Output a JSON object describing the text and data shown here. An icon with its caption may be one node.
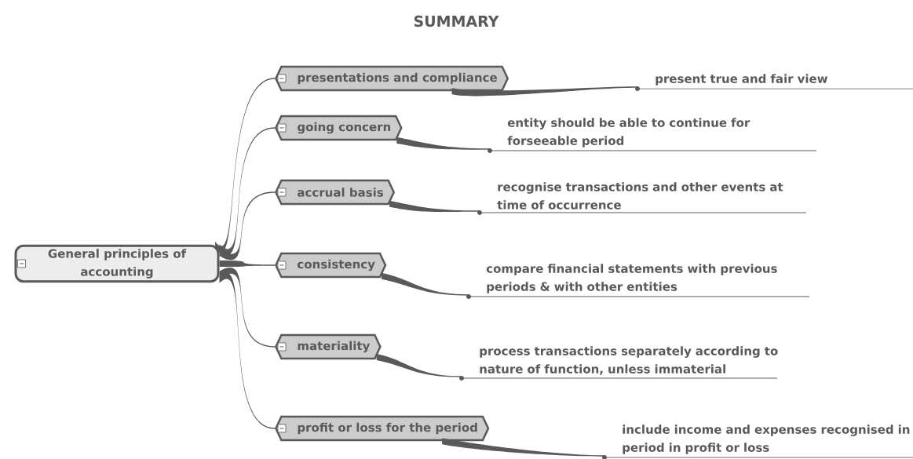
{
  "diagram": {
    "title": "SUMMARY",
    "nodes": [
      {
        "text": [
          "General principles of accounting"
        ]
      },
      {
        "text": [
          "presentations and compliance"
        ]
      },
      {
        "text": [
          "going concern"
        ]
      },
      {
        "text": [
          "accrual basis"
        ]
      },
      {
        "text": [
          "consistency"
        ]
      },
      {
        "text": [
          "materiality"
        ]
      },
      {
        "text": [
          "profit or loss for the period"
        ]
      },
      {
        "text": [
          "present true and fair view"
        ]
      },
      {
        "text": [
          "entity should be able to continue for forseeable period"
        ]
      },
      {
        "text": [
          "recognise transactions and other events at time of occurrence"
        ]
      },
      {
        "text": [
          "compare financial statements with previous periods & with other entities"
        ]
      },
      {
        "text": [
          "process transactions separately according to nature of function, unless immaterial"
        ]
      },
      {
        "text": [
          "include income and expenses recognised in period in profit or loss"
        ]
      }
    ],
    "edges": [
      {
        "from": 0,
        "to": 1,
        "arrow": "none"
      },
      {
        "from": 0,
        "to": 2,
        "arrow": "none"
      },
      {
        "from": 0,
        "to": 3,
        "arrow": "none"
      },
      {
        "from": 0,
        "to": 4,
        "arrow": "none"
      },
      {
        "from": 0,
        "to": 5,
        "arrow": "none"
      },
      {
        "from": 0,
        "to": 6,
        "arrow": "none"
      },
      {
        "from": 1,
        "to": 7,
        "arrow": "none"
      },
      {
        "from": 2,
        "to": 8,
        "arrow": "none"
      },
      {
        "from": 3,
        "to": 9,
        "arrow": "none"
      },
      {
        "from": 4,
        "to": 10,
        "arrow": "none"
      },
      {
        "from": 5,
        "to": 11,
        "arrow": "none"
      },
      {
        "from": 6,
        "to": 12,
        "arrow": "none"
      }
    ]
  }
}
